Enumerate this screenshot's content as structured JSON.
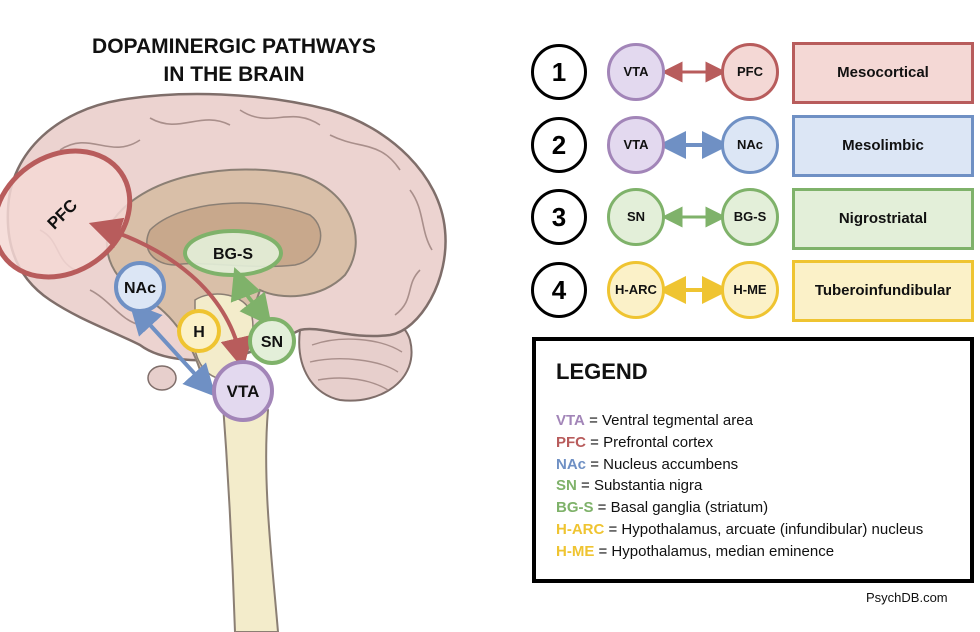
{
  "title": {
    "line1": "DOPAMINERGIC PATHWAYS",
    "line2": "IN THE BRAIN"
  },
  "colors": {
    "purple": "#a285b8",
    "purple_fill": "#e3d9ef",
    "red": "#b85c5c",
    "red_fill": "#f4d8d5",
    "blue": "#6f90c4",
    "blue_fill": "#dce6f5",
    "green": "#7fb26a",
    "green_fill": "#e3efd9",
    "yellow": "#efc431",
    "yellow_fill": "#fbf1c8"
  },
  "brain_labels": {
    "pfc": "PFC",
    "bgs": "BG-S",
    "nac": "NAc",
    "h": "H",
    "sn": "SN",
    "vta": "VTA"
  },
  "pathways": [
    {
      "number": "1",
      "from": "VTA",
      "to": "PFC",
      "name": "Mesocortical"
    },
    {
      "number": "2",
      "from": "VTA",
      "to": "NAc",
      "name": "Mesolimbic"
    },
    {
      "number": "3",
      "from": "SN",
      "to": "BG-S",
      "name": "Nigrostriatal"
    },
    {
      "number": "4",
      "from": "H-ARC",
      "to": "H-ME",
      "name": "Tuberoinfundibular"
    }
  ],
  "legend": {
    "title": "LEGEND",
    "items": [
      {
        "abbr": "VTA",
        "text": "= Ventral tegmental area"
      },
      {
        "abbr": "PFC",
        "text": "= Prefrontal cortex"
      },
      {
        "abbr": "NAc",
        "text": "= Nucleus accumbens"
      },
      {
        "abbr": "SN",
        "text": "= Substantia nigra"
      },
      {
        "abbr": "BG-S",
        "text": "= Basal ganglia (striatum)"
      },
      {
        "abbr": "H-ARC",
        "text": "= Hypothalamus, arcuate (infundibular) nucleus"
      },
      {
        "abbr": "H-ME",
        "text": "= Hypothalamus, median eminence"
      }
    ]
  },
  "footer": "PsychDB.com"
}
